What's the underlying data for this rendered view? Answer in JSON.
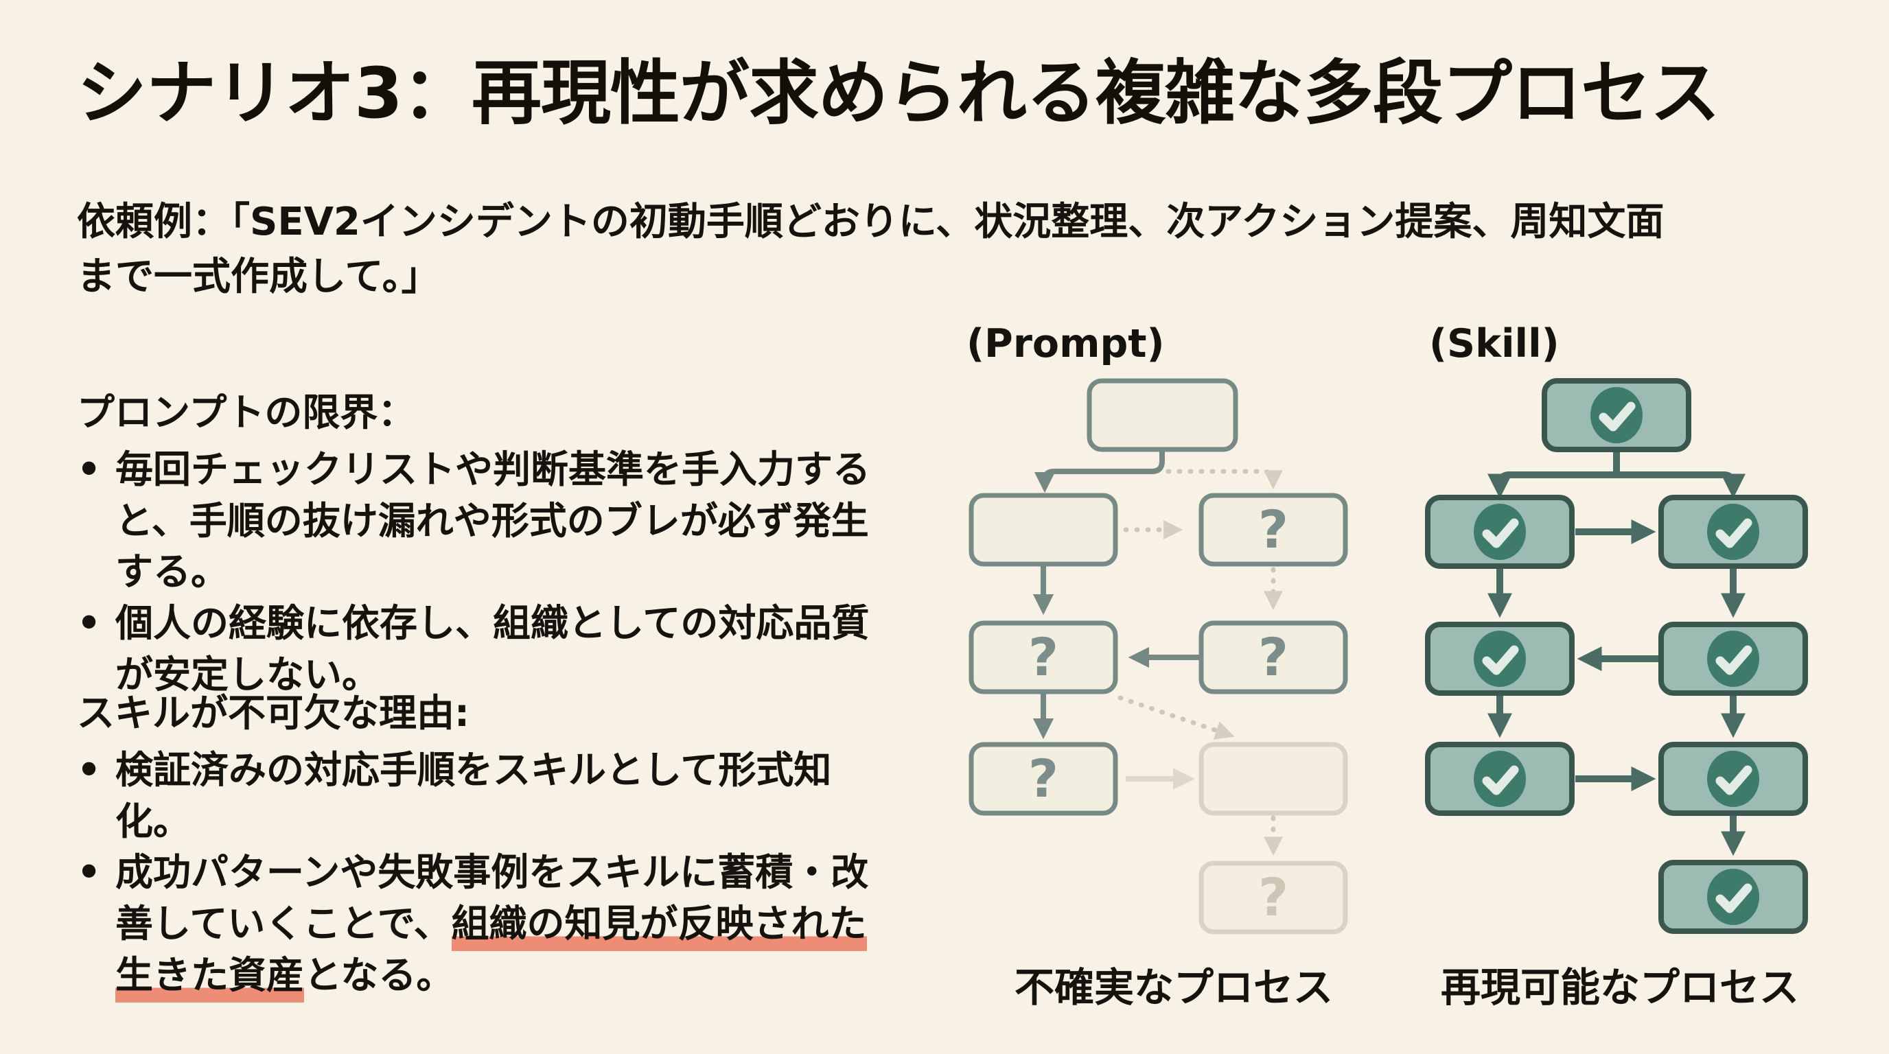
{
  "slide": {
    "title": "シナリオ3：再現性が求められる複雑な多段プロセス",
    "request_example": "依頼例：「SEV2インシデントの初動手順どおりに、状況整理、次アクション提案、周知文面まで一式作成して。」",
    "bullet_glyph": "•",
    "prompt_limits": {
      "heading": "プロンプトの限界：",
      "bullets": [
        "毎回チェックリストや判断基準を手入力すると、手順の抜け漏れや形式のブレが必ず発生する。",
        "個人の経験に依存し、組織としての対応品質が安定しない。"
      ]
    },
    "skill_reasons": {
      "heading": "スキルが不可欠な理由:",
      "bullet1": "検証済みの対応手順をスキルとして形式知化。",
      "bullet2": {
        "pre": "成功パターンや失敗事例をスキルに蓄積・改善していくことで、",
        "highlight": "組織の知見が反映された生きた資産",
        "post": "となる。"
      }
    },
    "diagrams": {
      "prompt": {
        "label": "(Prompt)",
        "caption": "不確実なプロセス",
        "unknown_step_glyph": "?"
      },
      "skill": {
        "label": "(Skill)",
        "caption": "再現可能なプロセス",
        "check_icon": "check-circle"
      }
    },
    "colors": {
      "slide_bg": "#f7f1e6",
      "text": "#15130e",
      "highlight_marker": "#ee8d75",
      "prompt_node_fill": "#f2eee0",
      "prompt_node_border": "#788a85",
      "faded_node_border": "#d9d3c3",
      "question_mark": "#7d8e8a",
      "arrow_solid": "#758883",
      "arrow_dotted": "#cfc8b7",
      "skill_node_fill": "#9cbcb3",
      "skill_node_border": "#3b564f",
      "skill_check_circle": "#3f7b6b",
      "skill_check_stroke": "#e3ece4",
      "skill_arrow": "#4b6c64"
    }
  }
}
